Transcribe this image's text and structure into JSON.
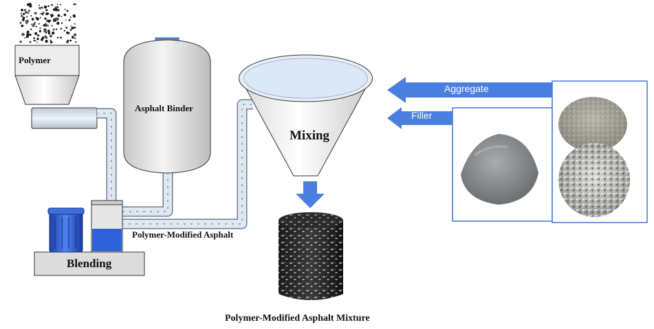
{
  "labels": {
    "polymer": "Polymer",
    "asphalt_binder": "Asphalt Binder",
    "mixing": "Mixing",
    "aggregate": "Aggregate",
    "filler": "Filler",
    "polymer_modified_asphalt": "Polymer-Modified Asphalt",
    "blending": "Blending",
    "polymer_modified_asphalt_mixture": "Polymer-Modified Asphalt Mixture"
  },
  "colors": {
    "arrow_blue": "#4a7fe0",
    "tank_gray": "#dcdcdc",
    "motor_blue": "#2a5bd0",
    "mixing_liquid": "#dce8f8",
    "panel_border": "#4a7fe0"
  }
}
